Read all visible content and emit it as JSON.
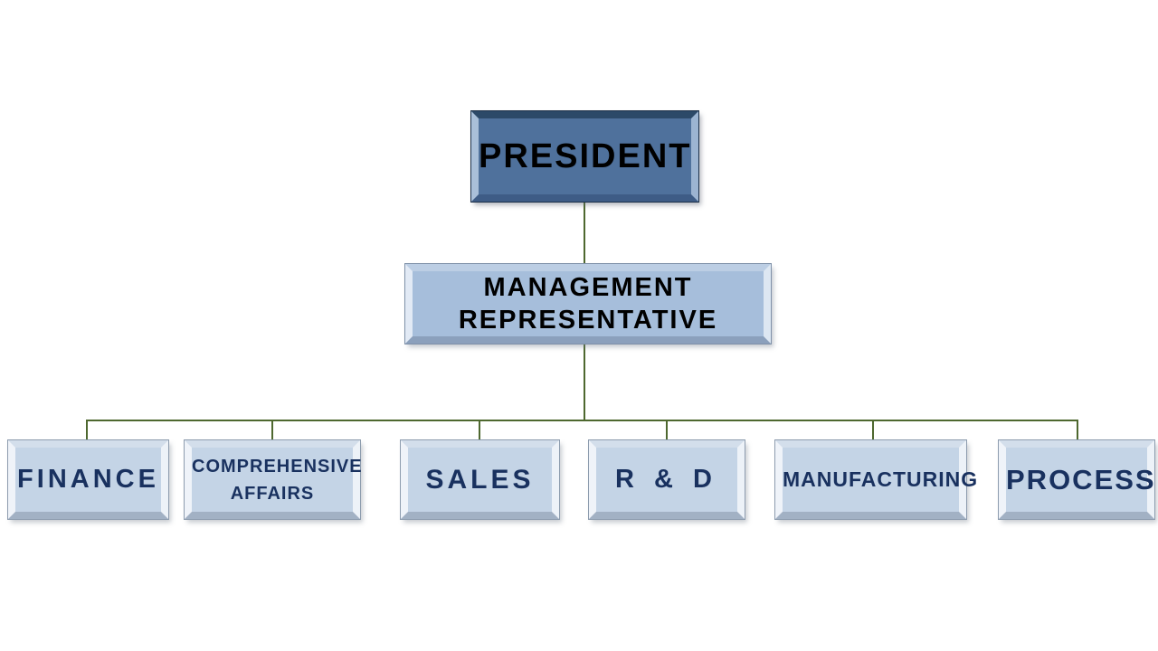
{
  "diagram": {
    "type": "organization-chart",
    "background_color": "#ffffff",
    "connector_color": "#4e682f",
    "nodes": {
      "president": {
        "label": "PRESIDENT",
        "level": 1,
        "fill": "#4f719c",
        "text_color": "#000000",
        "children": [
          "management_representative"
        ]
      },
      "management_representative": {
        "label": "MANAGEMENT REPRESENTATIVE",
        "level": 2,
        "fill": "#a6bedb",
        "text_color": "#000000",
        "children": [
          "finance",
          "comprehensive_affairs",
          "sales",
          "r_and_d",
          "manufacturing",
          "process"
        ]
      },
      "finance": {
        "label": "FINANCE",
        "level": 3,
        "fill": "#c4d4e6",
        "text_color": "#19315f",
        "children": []
      },
      "comprehensive_affairs": {
        "label": "COMPREHENSIVE AFFAIRS",
        "level": 3,
        "fill": "#c4d4e6",
        "text_color": "#19315f",
        "children": []
      },
      "sales": {
        "label": "SALES",
        "level": 3,
        "fill": "#c4d4e6",
        "text_color": "#19315f",
        "children": []
      },
      "r_and_d": {
        "label": "R & D",
        "level": 3,
        "fill": "#c4d4e6",
        "text_color": "#19315f",
        "children": []
      },
      "manufacturing": {
        "label": "MANUFACTURING",
        "level": 3,
        "fill": "#c4d4e6",
        "text_color": "#19315f",
        "children": []
      },
      "process": {
        "label": "PROCESS",
        "level": 3,
        "fill": "#c4d4e6",
        "text_color": "#19315f",
        "children": []
      }
    }
  }
}
